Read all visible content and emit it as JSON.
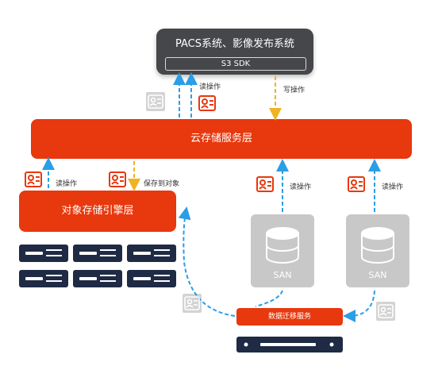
{
  "pacs": {
    "title": "PACS系统、影像发布系统",
    "sdk": "S3 SDK"
  },
  "cloud_layer": {
    "label": "云存储服务层"
  },
  "engine_layer": {
    "label": "对象存储引擎层"
  },
  "san_nodes": [
    {
      "label": "SAN"
    },
    {
      "label": "SAN"
    }
  ],
  "migration": {
    "label": "数据迁移服务"
  },
  "flows": {
    "read_top": "读操作",
    "write_top": "写操作",
    "read_left": "读操作",
    "save_to_object": "保存到对象",
    "read_san1": "读操作",
    "read_san2": "读操作"
  },
  "colors": {
    "accent": "#e8380d",
    "dark": "#46474a",
    "arrow_blue": "#2a9ee6",
    "arrow_yellow": "#f0b323",
    "san_gray": "#c8c8c8"
  }
}
